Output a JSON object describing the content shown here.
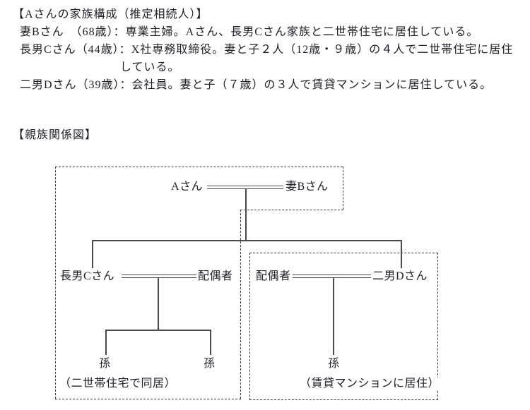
{
  "colors": {
    "background": "#ffffff",
    "text": "#20202a",
    "solid_line": "#4a4a4a",
    "dashed_line": "#3c3c3c"
  },
  "family_info": {
    "title": "【Aさんの家族構成（推定相続人）】",
    "members": [
      "妻Bさん　（68歳）：専業主婦。Aさん、長男Cさん家族と二世帯住宅に居住している。",
      "長男Cさん（44歳）：X社専務取締役。妻と子２人（12歳・９歳）の４人で二世帯住宅に居住",
      "している。",
      "二男Dさん（39歳）：会社員。妻と子（７歳）の３人で賃貸マンションに居住している。"
    ]
  },
  "diagram": {
    "title": "【親族関係図】",
    "nodes": {
      "husband_a": "Aさん",
      "wife_b": "妻Bさん",
      "son_c": "長男Cさん",
      "spouse_c": "配偶者",
      "spouse_d": "配偶者",
      "son_d": "二男Dさん",
      "grandchild_c1": "孫",
      "grandchild_c2": "孫",
      "grandchild_d": "孫"
    },
    "captions": {
      "cohabit_box": "（二世帯住宅で同居）",
      "rental_box": "（賃貸マンションに居住）"
    }
  }
}
